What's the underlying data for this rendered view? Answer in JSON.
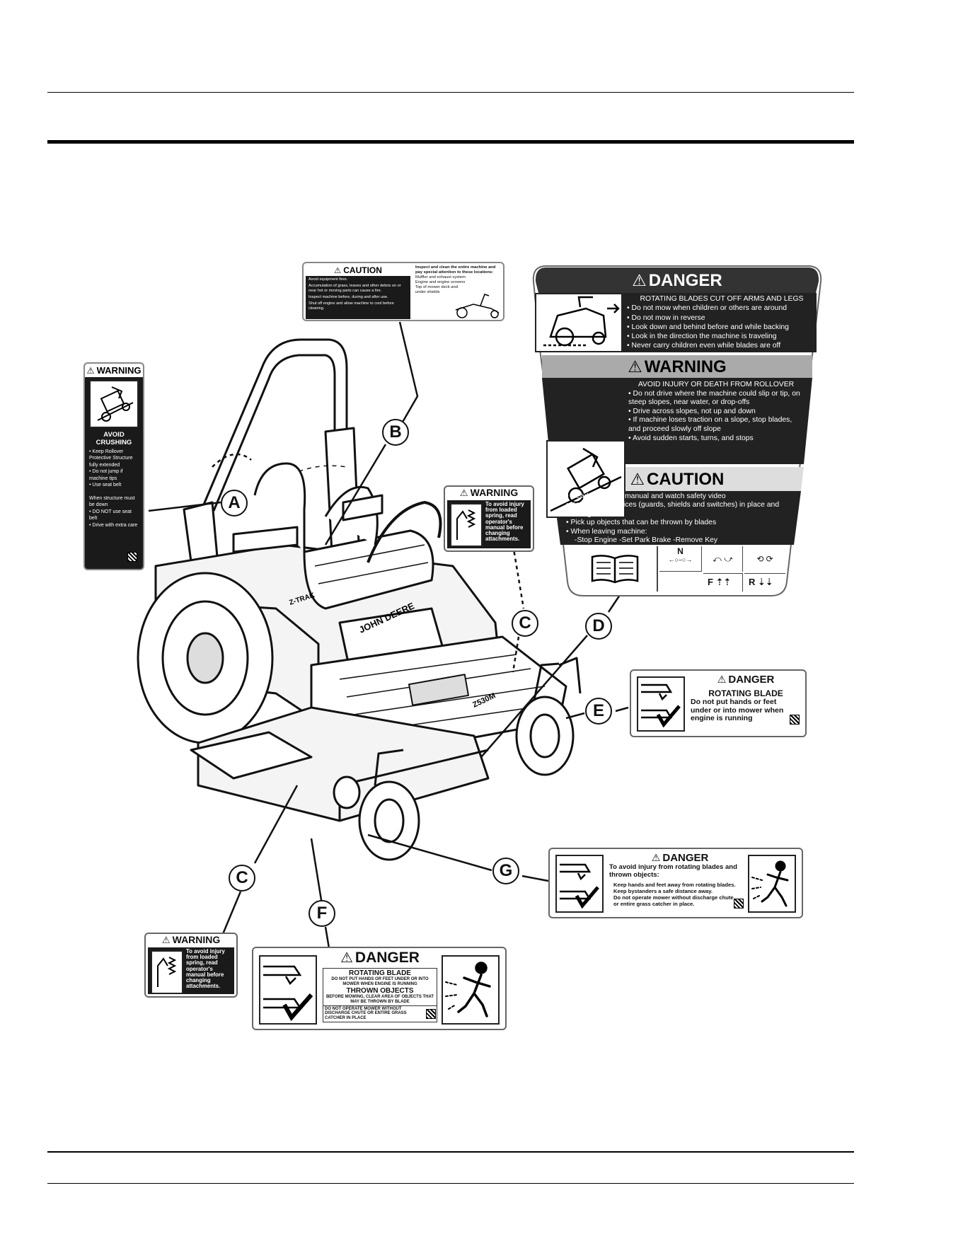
{
  "callouts": {
    "a": "A",
    "b": "B",
    "c_top": "C",
    "c_bottom": "C",
    "d": "D",
    "e": "E",
    "f": "F",
    "g": "G"
  },
  "decal_a": {
    "header": "WARNING",
    "subtitle": "AVOID CRUSHING",
    "items": [
      "Keep Rollover Protective Structure fully extended",
      "Do not jump if machine tips",
      "Use seat belt"
    ],
    "note": "When structure must be down",
    "items2": [
      "DO NOT use seat belt",
      "Drive with extra care"
    ]
  },
  "decal_b": {
    "header": "CAUTION",
    "lines": [
      "Avoid equipment fires.",
      "Accumulation of grass, leaves and other debris on or near hot or moving parts can cause a fire.",
      "Inspect machine before, during and after use.",
      "Shut off engine and allow machine to cool before cleaning."
    ],
    "right_title": "Inspect and clean the entire machine and pay special attention to these locations:",
    "right_items": [
      "Muffler and exhaust system",
      "Engine and engine screens",
      "Top of mower deck and under shields"
    ]
  },
  "decal_c": {
    "header": "WARNING",
    "text": "To avoid injury from loaded spring, read operator's manual before changing attachments."
  },
  "decal_d": {
    "danger_header": "DANGER",
    "danger_title": "ROTATING BLADES CUT OFF ARMS AND LEGS",
    "danger_items": [
      "Do not mow when children or others are around",
      "Do not mow in reverse",
      "Look down and behind before and while backing",
      "Look in the direction the machine is traveling",
      "Never carry children even while blades are off"
    ],
    "warning_header": "WARNING",
    "warning_title": "AVOID INJURY OR DEATH FROM ROLLOVER",
    "warning_items": [
      "Do not drive where the machine could slip or tip, on steep slopes, near water, or drop-offs",
      "Drive across slopes, not up and down",
      "If machine loses traction on a slope, stop blades, and proceed slowly off slope",
      "Avoid sudden starts, turns, and stops"
    ],
    "caution_header": "CAUTION",
    "caution_items": [
      "Read operator's manual and watch safety video",
      "Keep safety devices (guards, shields and switches) in place and working",
      "Pick up objects that can be thrown by blades",
      "When leaving machine:"
    ],
    "caution_leave": "-Stop Engine  -Set Park Brake  -Remove Key",
    "gear_n": "N",
    "gear_f": "F",
    "gear_r": "R"
  },
  "decal_e": {
    "header": "DANGER",
    "title": "ROTATING BLADE",
    "text": "Do not put hands or feet under or into mower when engine is running"
  },
  "decal_f": {
    "header": "DANGER",
    "title1": "ROTATING BLADE",
    "text1": "DO NOT PUT HANDS OR FEET UNDER OR INTO MOWER WHEN ENGINE IS RUNNING",
    "title2": "THROWN OBJECTS",
    "text2": "BEFORE MOWING, CLEAR AREA OF OBJECTS THAT MAY BE THROWN BY BLADE",
    "text3": "DO NOT OPERATE MOWER WITHOUT DISCHARGE CHUTE OR ENTIRE GRASS CATCHER IN PLACE"
  },
  "decal_g": {
    "header": "DANGER",
    "intro": "To avoid injury from rotating blades and thrown objects:",
    "lines": [
      "Keep hands and feet away from rotating blades.",
      "Keep bystanders a safe distance away.",
      "Do not operate mower without discharge chute or entire grass catcher in place."
    ]
  },
  "mower": {
    "brand": "JOHN DEERE",
    "model": "Z530M",
    "series": "Z-TRAK"
  }
}
